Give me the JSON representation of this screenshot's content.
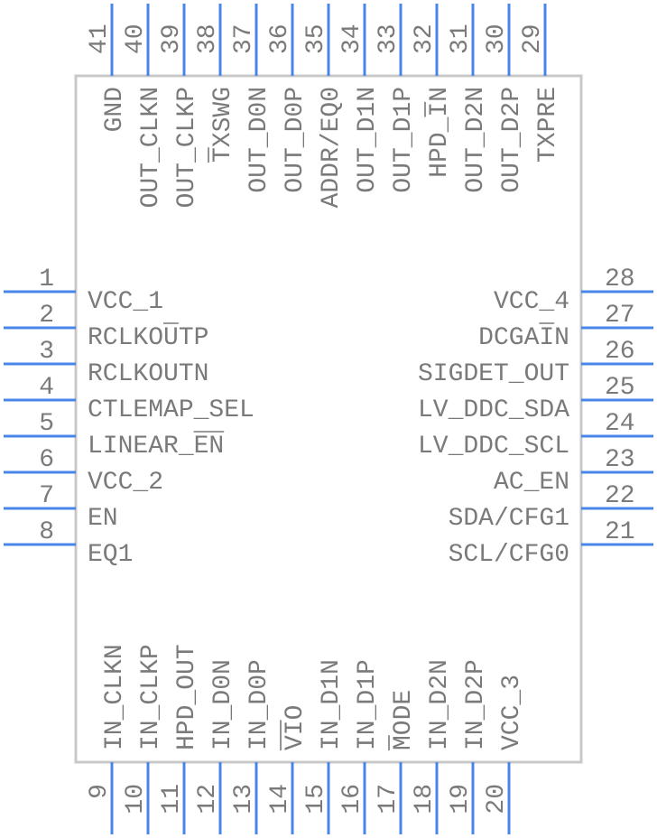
{
  "component": {
    "body_color": "#ffffff",
    "body_border_color": "#c8c8c8",
    "pin_color": "#4a86e8",
    "text_color": "#7a7a7a"
  },
  "pins": {
    "left": [
      {
        "num": "1",
        "name": "VCC_1"
      },
      {
        "num": "2",
        "name": "RCLKOUTP"
      },
      {
        "num": "3",
        "name": "RCLKOUTN"
      },
      {
        "num": "4",
        "name": "CTLEMAP_SEL"
      },
      {
        "num": "5",
        "name": "LINEAR_EN"
      },
      {
        "num": "6",
        "name": "VCC_2"
      },
      {
        "num": "7",
        "name": "EN"
      },
      {
        "num": "8",
        "name": "EQ1"
      }
    ],
    "right": [
      {
        "num": "28",
        "name": "VCC_4"
      },
      {
        "num": "27",
        "name": "DCGAIN"
      },
      {
        "num": "26",
        "name": "SIGDET_OUT"
      },
      {
        "num": "25",
        "name": "LV_DDC_SDA"
      },
      {
        "num": "24",
        "name": "LV_DDC_SCL"
      },
      {
        "num": "23",
        "name": "AC_EN"
      },
      {
        "num": "22",
        "name": "SDA/CFG1"
      },
      {
        "num": "21",
        "name": "SCL/CFG0"
      }
    ],
    "top": [
      {
        "num": "41",
        "name": "GND"
      },
      {
        "num": "40",
        "name": "OUT_CLKN"
      },
      {
        "num": "39",
        "name": "OUT_CLKP"
      },
      {
        "num": "38",
        "name": "TXSWG"
      },
      {
        "num": "37",
        "name": "OUT_D0N"
      },
      {
        "num": "36",
        "name": "OUT_D0P"
      },
      {
        "num": "35",
        "name": "ADDR/EQ0"
      },
      {
        "num": "34",
        "name": "OUT_D1N"
      },
      {
        "num": "33",
        "name": "OUT_D1P"
      },
      {
        "num": "32",
        "name": "HPD_IN"
      },
      {
        "num": "31",
        "name": "OUT_D2N"
      },
      {
        "num": "30",
        "name": "OUT_D2P"
      },
      {
        "num": "29",
        "name": "TXPRE"
      }
    ],
    "bottom": [
      {
        "num": "9",
        "name": "IN_CLKN"
      },
      {
        "num": "10",
        "name": "IN_CLKP"
      },
      {
        "num": "11",
        "name": "HPD_OUT"
      },
      {
        "num": "12",
        "name": "IN_D0N"
      },
      {
        "num": "13",
        "name": "IN_D0P"
      },
      {
        "num": "14",
        "name": "VIO"
      },
      {
        "num": "15",
        "name": "IN_D1N"
      },
      {
        "num": "16",
        "name": "IN_D1P"
      },
      {
        "num": "17",
        "name": "MODE"
      },
      {
        "num": "18",
        "name": "IN_D2N"
      },
      {
        "num": "19",
        "name": "IN_D2P"
      },
      {
        "num": "20",
        "name": "VCC_3"
      }
    ]
  }
}
